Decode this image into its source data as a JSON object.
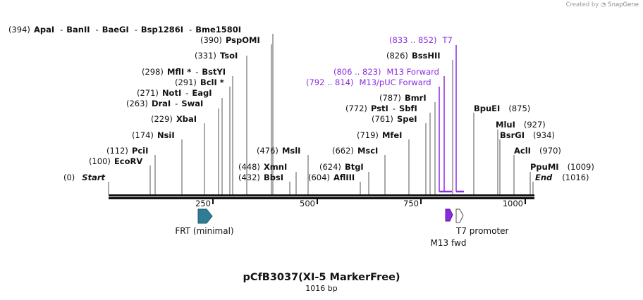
{
  "credit": {
    "prefix": "Created by",
    "brand": "SnapGene"
  },
  "plasmid": {
    "name": "pCfB3037(XI-5 MarkerFree)",
    "length_label": "1016 bp"
  },
  "axis": {
    "ticks": [
      "250",
      "500",
      "750",
      "1000"
    ]
  },
  "features": {
    "frt": "FRT (minimal)",
    "t7": "T7 promoter",
    "m13": "M13 fwd"
  },
  "left_labels": [
    {
      "pos": "(394)",
      "names": [
        "ApaI",
        "BanII",
        "BaeGI",
        "Bsp1286I",
        "Bme1580I"
      ]
    },
    {
      "pos": "(390)",
      "names": [
        "PspOMI"
      ]
    },
    {
      "pos": "(331)",
      "names": [
        "TsoI"
      ]
    },
    {
      "pos": "(298)",
      "names": [
        "MflI *",
        "BstYI"
      ]
    },
    {
      "pos": "(291)",
      "names": [
        "BclI *"
      ]
    },
    {
      "pos": "(271)",
      "names": [
        "NotI",
        "EagI"
      ]
    },
    {
      "pos": "(263)",
      "names": [
        "DraI",
        "SwaI"
      ]
    },
    {
      "pos": "(229)",
      "names": [
        "XbaI"
      ]
    },
    {
      "pos": "(174)",
      "names": [
        "NsiI"
      ]
    },
    {
      "pos": "(112)",
      "names": [
        "PciI"
      ]
    },
    {
      "pos": "(100)",
      "names": [
        "EcoRV"
      ]
    },
    {
      "pos": "(0)",
      "names": [
        "Start"
      ]
    }
  ],
  "mid_labels": [
    {
      "pos": "(476)",
      "names": [
        "MslI"
      ]
    },
    {
      "pos": "(448)",
      "names": [
        "XmnI"
      ]
    },
    {
      "pos": "(432)",
      "names": [
        "BbsI"
      ]
    },
    {
      "pos": "(662)",
      "names": [
        "MscI"
      ]
    },
    {
      "pos": "(624)",
      "names": [
        "BtgI"
      ]
    },
    {
      "pos": "(604)",
      "names": [
        "AflIII"
      ]
    },
    {
      "pos": "(719)",
      "names": [
        "MfeI"
      ]
    },
    {
      "pos": "(761)",
      "names": [
        "SpeI"
      ]
    },
    {
      "pos": "(772)",
      "names": [
        "PstI",
        "SbfI"
      ]
    },
    {
      "pos": "(787)",
      "names": [
        "BmrI"
      ]
    },
    {
      "pos": "(826)",
      "names": [
        "BssHII"
      ]
    }
  ],
  "primer_labels": [
    {
      "pos": "(833 .. 852)",
      "name": "T7"
    },
    {
      "pos": "(806 .. 823)",
      "name": "M13 Forward"
    },
    {
      "pos": "(792 .. 814)",
      "name": "M13/pUC Forward"
    }
  ],
  "right_labels": [
    {
      "pos": "(875)",
      "names": [
        "BpuEI"
      ]
    },
    {
      "pos": "(927)",
      "names": [
        "MluI"
      ]
    },
    {
      "pos": "(934)",
      "names": [
        "BsrGI"
      ]
    },
    {
      "pos": "(970)",
      "names": [
        "AclI"
      ]
    },
    {
      "pos": "(1009)",
      "names": [
        "PpuMI"
      ]
    },
    {
      "pos": "(1016)",
      "names": [
        "End"
      ]
    }
  ]
}
